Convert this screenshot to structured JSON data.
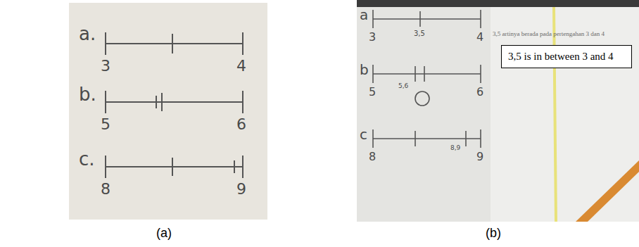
{
  "diagram": {
    "nodes": [
      {
        "text": [
          "3,5 is in between 3 and 4"
        ]
      }
    ],
    "labels": [
      "a.",
      "3",
      "4",
      "b.",
      "5",
      "6",
      "c.",
      "8",
      "9",
      "(a)",
      "a",
      "3",
      "3,5",
      "4",
      "b",
      "5,6",
      "5",
      "6",
      "c",
      "8,9",
      "8",
      "9",
      "3,5 artinya berada pada pertengahan 3 dan 4",
      "(b)"
    ]
  }
}
